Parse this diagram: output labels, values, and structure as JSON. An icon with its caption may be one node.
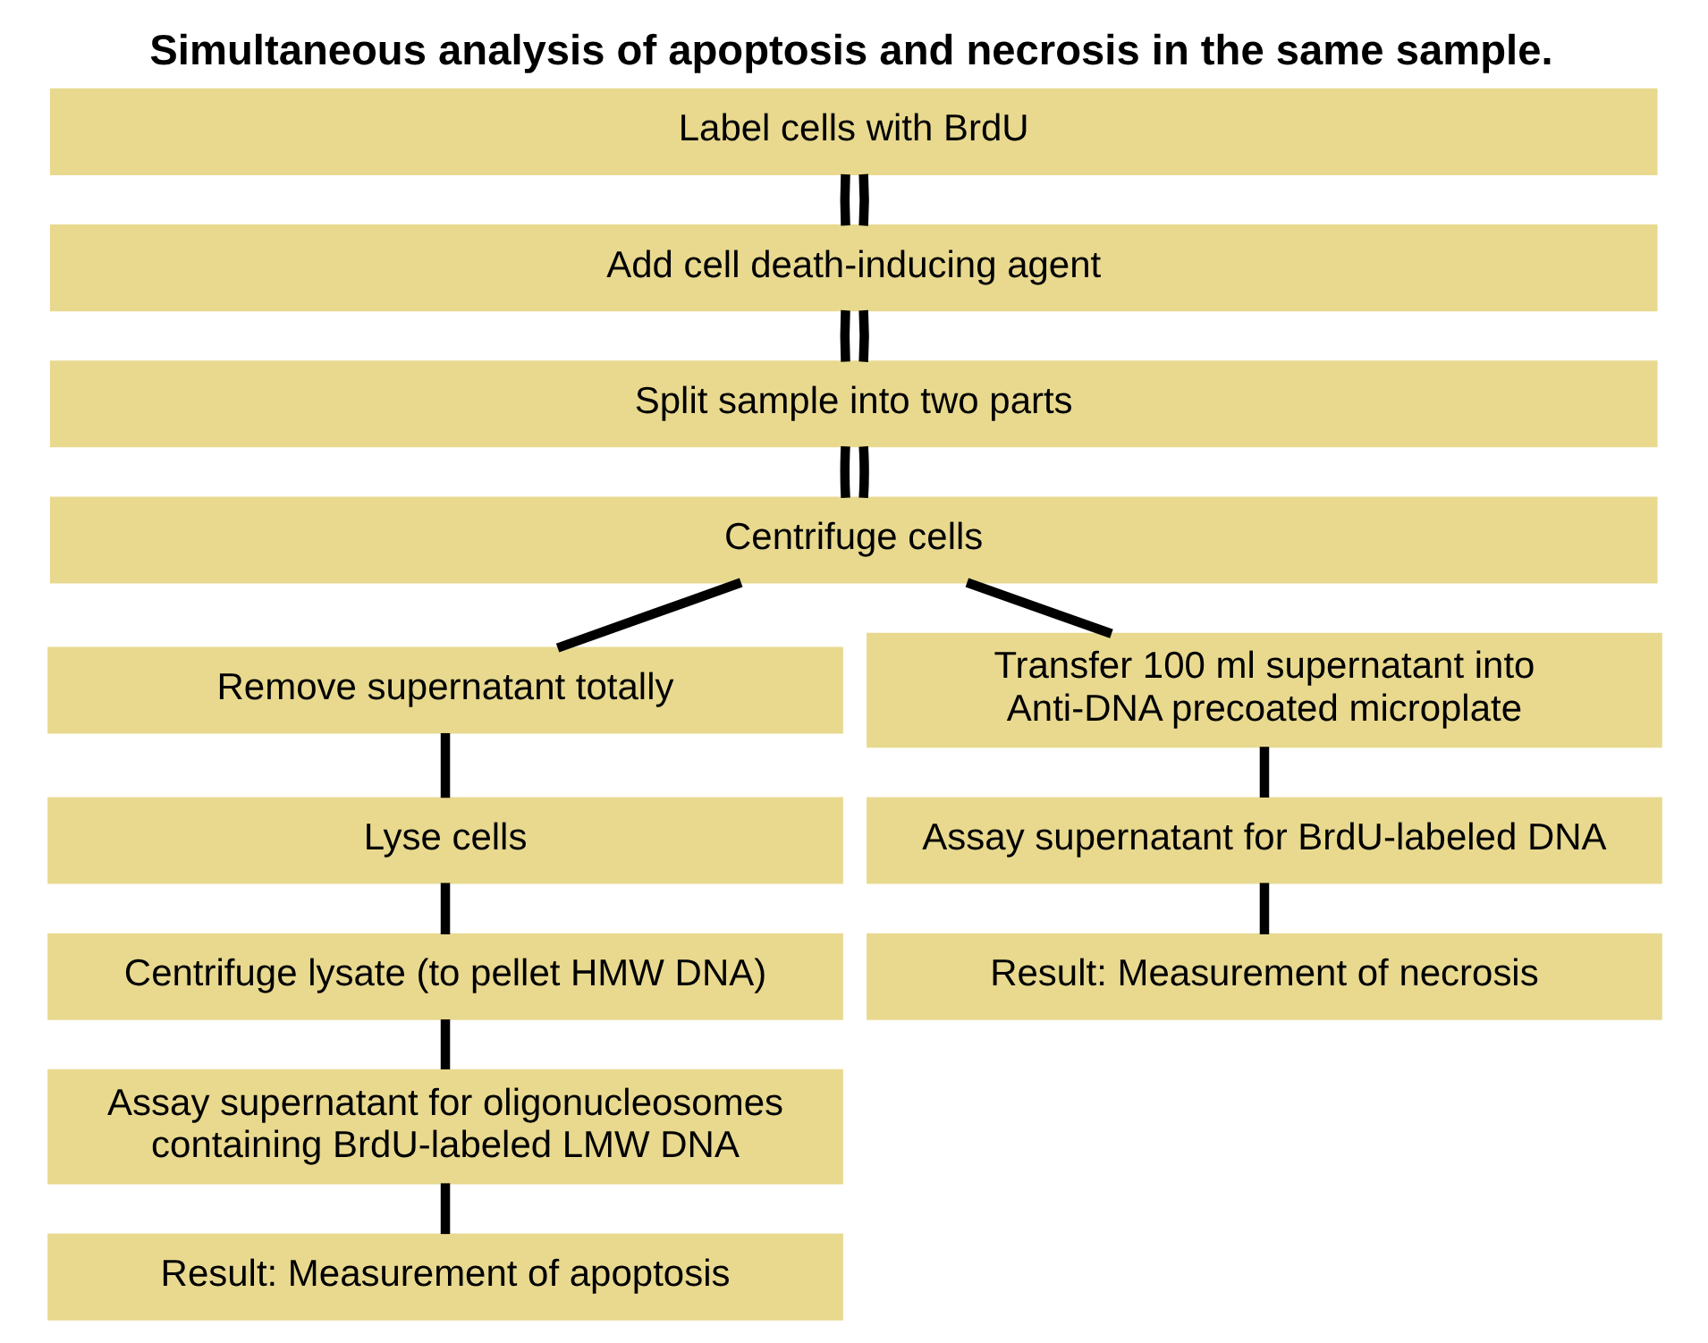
{
  "diagram": {
    "title": "Simultaneous analysis of apoptosis and necrosis in the same sample.",
    "nodes": [
      {
        "text": [
          "Label cells with BrdU"
        ]
      },
      {
        "text": [
          "Add cell death-inducing agent"
        ]
      },
      {
        "text": [
          "Split sample into two parts"
        ]
      },
      {
        "text": [
          "Centrifuge cells"
        ]
      },
      {
        "text": [
          "Remove supernatant totally"
        ]
      },
      {
        "text": [
          "Transfer 100 ml supernatant into Anti-DNA precoated microplate"
        ]
      },
      {
        "text": [
          "Lyse cells"
        ]
      },
      {
        "text": [
          "Assay supernatant for BrdU-labeled DNA"
        ]
      },
      {
        "text": [
          "Centrifuge lysate (to pellet HMW DNA)"
        ]
      },
      {
        "text": [
          "Result: Measurement of necrosis"
        ]
      },
      {
        "text": [
          "Assay supernatant for oligonucleosomes containing BrdU-labeled LMW DNA"
        ]
      },
      {
        "text": [
          "Result: Measurement of apoptosis"
        ]
      }
    ],
    "edges": [
      {
        "from": 0,
        "to": 1,
        "arrow": "none"
      },
      {
        "from": 0,
        "to": 1,
        "arrow": "none"
      },
      {
        "from": 1,
        "to": 2,
        "arrow": "none"
      },
      {
        "from": 1,
        "to": 2,
        "arrow": "none"
      },
      {
        "from": 2,
        "to": 3,
        "arrow": "none"
      },
      {
        "from": 2,
        "to": 3,
        "arrow": "none"
      },
      {
        "from": 3,
        "to": 4,
        "arrow": "none"
      },
      {
        "from": 3,
        "to": 5,
        "arrow": "none"
      },
      {
        "from": 4,
        "to": 6,
        "arrow": "none"
      },
      {
        "from": 5,
        "to": 7,
        "arrow": "none"
      },
      {
        "from": 6,
        "to": 8,
        "arrow": "none"
      },
      {
        "from": 7,
        "to": 9,
        "arrow": "none"
      },
      {
        "from": 8,
        "to": 10,
        "arrow": "none"
      },
      {
        "from": 10,
        "to": 11,
        "arrow": "none"
      }
    ]
  }
}
